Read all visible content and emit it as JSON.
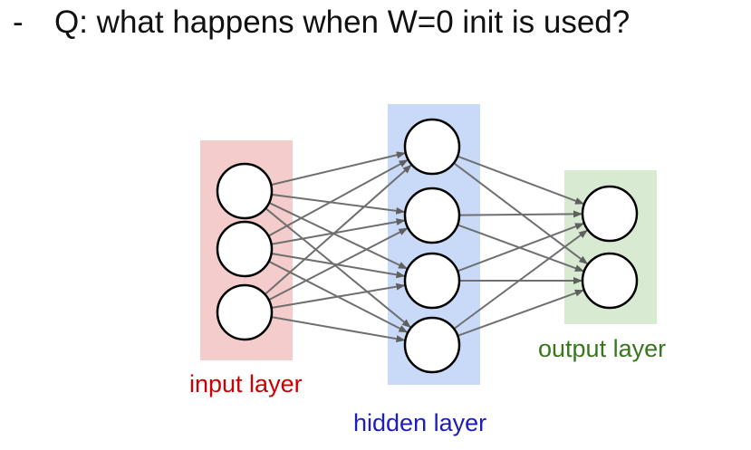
{
  "question": {
    "bullet": "-",
    "text": "Q: what happens when W=0 init is used?"
  },
  "layers": [
    {
      "id": "input",
      "label": "input layer",
      "neurons": 3,
      "color": "#f4cccc",
      "label_color": "#cc0000"
    },
    {
      "id": "hidden",
      "label": "hidden layer",
      "neurons": 4,
      "color": "#c9daf8",
      "label_color": "#1c1cbf"
    },
    {
      "id": "output",
      "label": "output layer",
      "neurons": 2,
      "color": "#d9ead3",
      "label_color": "#38761d"
    }
  ],
  "connection_color": "#6f6f6f"
}
